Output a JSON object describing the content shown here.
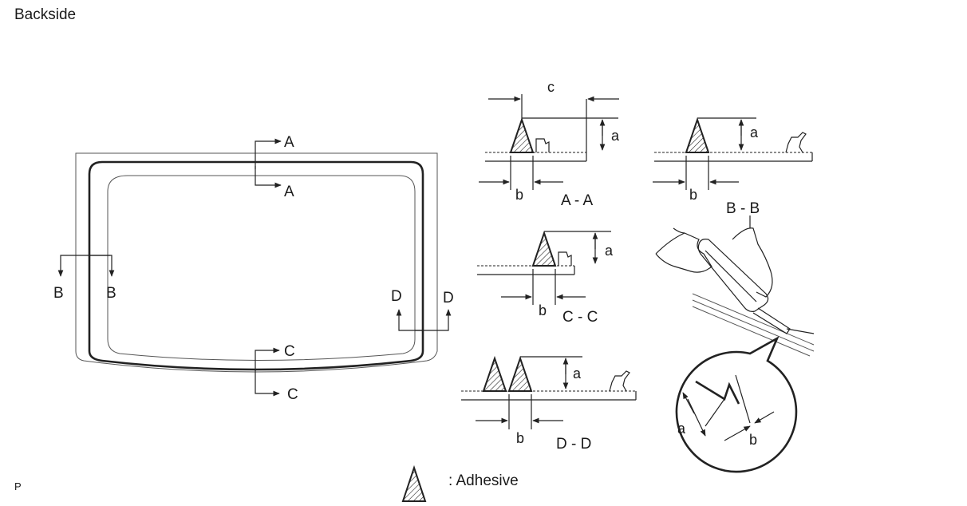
{
  "page": {
    "title": "Backside",
    "corner_code": "P"
  },
  "glass": {
    "section_markers": {
      "a1": "A",
      "a2": "A",
      "b1": "B",
      "b2": "B",
      "c1": "C",
      "c2": "C",
      "d1": "D",
      "d2": "D"
    }
  },
  "sections": {
    "aa": {
      "title": "A - A",
      "dim_a": "a",
      "dim_b": "b",
      "dim_c": "c"
    },
    "bb": {
      "title": "B - B",
      "dim_a": "a",
      "dim_b": "b"
    },
    "cc": {
      "title": "C - C",
      "dim_a": "a",
      "dim_b": "b"
    },
    "dd": {
      "title": "D - D",
      "dim_a": "a",
      "dim_b": "b"
    }
  },
  "detail": {
    "dim_a": "a",
    "dim_b": "b"
  },
  "legend": {
    "label": ": Adhesive"
  },
  "colors": {
    "line": "#222222",
    "background": "#ffffff"
  },
  "icons": {
    "adhesive": "adhesive-bead-icon"
  }
}
